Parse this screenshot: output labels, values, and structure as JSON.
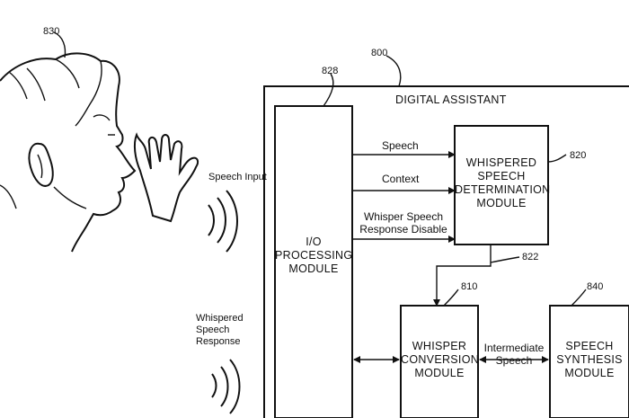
{
  "references": {
    "user": "830",
    "assistant": "800",
    "io_module": "828",
    "determination_module": "820",
    "arrow_822": "822",
    "conversion_module": "810",
    "synthesis_module": "840"
  },
  "assistant_title": "DIGITAL ASSISTANT",
  "io_module": [
    "I/O",
    "PROCESSING",
    "MODULE"
  ],
  "determination_module": [
    "WHISPERED",
    "SPEECH",
    "DETERMINATION",
    "MODULE"
  ],
  "conversion_module": [
    "WHISPER",
    "CONVERSION",
    "MODULE"
  ],
  "synthesis_module": [
    "SPEECH",
    "SYNTHESIS",
    "MODULE"
  ],
  "signals": {
    "speech": "Speech",
    "context": "Context",
    "whisper_disable": [
      "Whisper Speech",
      "Response Disable"
    ],
    "intermediate": [
      "Intermediate",
      "Speech"
    ],
    "speech_input": "Speech Input",
    "whispered_response": [
      "Whispered",
      "Speech",
      "Response"
    ]
  }
}
